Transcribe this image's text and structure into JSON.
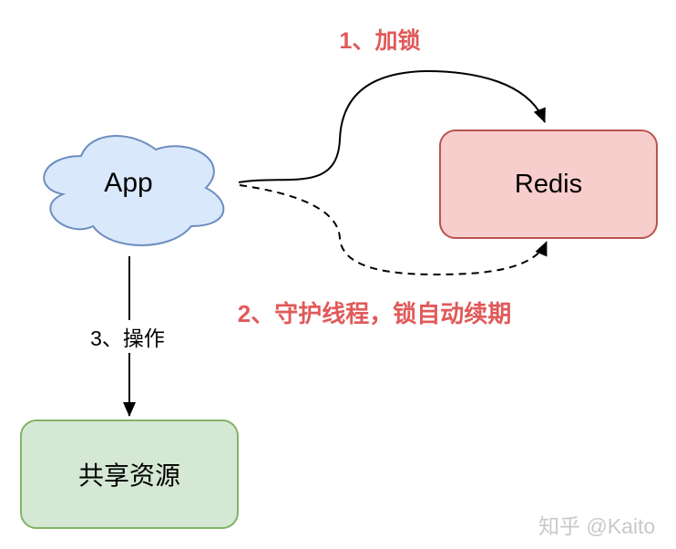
{
  "colors": {
    "canvas-bg": "#ffffff",
    "app-fill": "#dae8fc",
    "app-stroke": "#6c8ebf",
    "redis-fill": "#f8cecc",
    "redis-stroke": "#b85450",
    "resource-fill": "#d5e8d4",
    "resource-stroke": "#82b366",
    "edge-line": "#000000",
    "edge-label": "#e05a5a",
    "node-text": "#000000",
    "watermark": "#c9c9c9"
  },
  "nodes": {
    "app": {
      "label": "App",
      "shape": "cloud"
    },
    "redis": {
      "label": "Redis",
      "shape": "rounded-rect"
    },
    "resource": {
      "label": "共享资源",
      "shape": "rounded-rect"
    }
  },
  "edges": [
    {
      "label": "1、加锁",
      "style": "solid",
      "from": "App",
      "to": "Redis"
    },
    {
      "label": "2、守护线程，锁自动续期",
      "style": "dashed",
      "from": "App",
      "to": "Redis"
    },
    {
      "label": "3、操作",
      "style": "solid",
      "from": "App",
      "to": "共享资源"
    }
  ],
  "watermark": "知乎 @Kaito"
}
